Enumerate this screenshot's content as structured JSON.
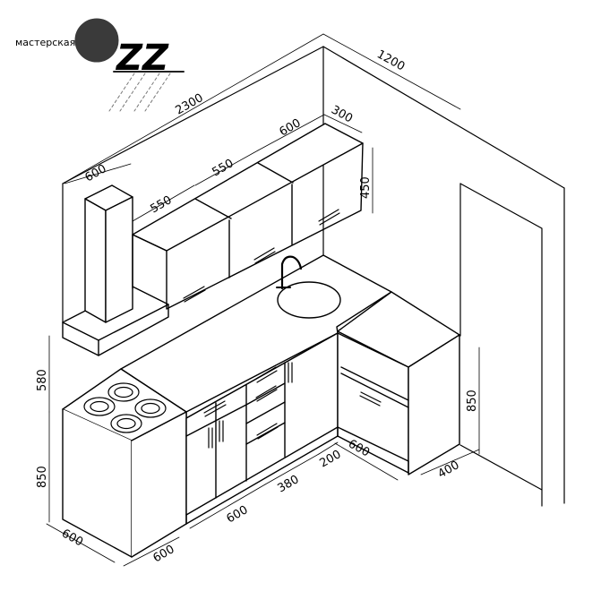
{
  "logo": {
    "text_small": "мастерская",
    "text_big": "ZZ"
  },
  "dimensions": {
    "d_2300": "2300",
    "d_1200": "1200",
    "d_600_top": "600",
    "d_550_a": "550",
    "d_550_b": "550",
    "d_600_b": "600",
    "d_300": "300",
    "d_450": "450",
    "d_580": "580",
    "d_850_left": "850",
    "d_850_right": "850",
    "d_600_stove_left": "600",
    "d_600_stove_bottom": "600",
    "d_600_base": "600",
    "d_380": "380",
    "d_200": "200",
    "d_600_corner": "600",
    "d_400": "400"
  }
}
